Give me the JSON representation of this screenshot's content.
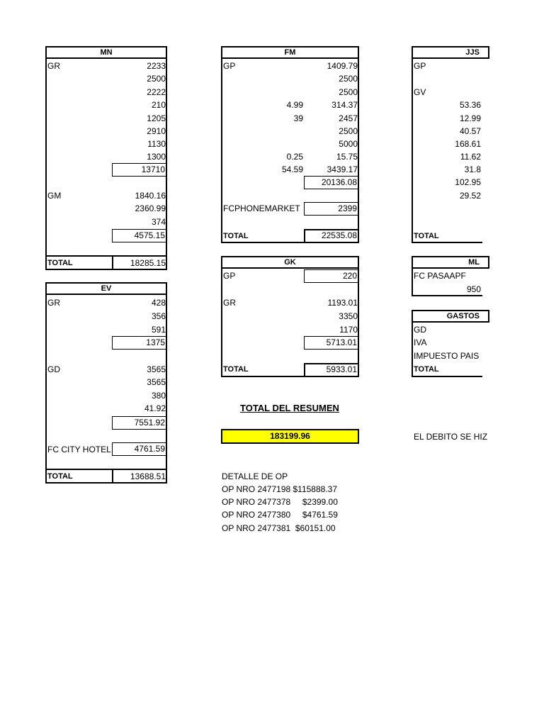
{
  "mn": {
    "header": "MN",
    "label_gr": "GR",
    "gr_values": [
      "2233",
      "2500",
      "2222",
      "210",
      "1205",
      "2910",
      "1130",
      "1300"
    ],
    "gr_subtotal": "13710",
    "label_gm": "GM",
    "gm_values": [
      "1840.16",
      "2360.99",
      "374"
    ],
    "gm_subtotal": "4575.15",
    "total_label": "TOTAL",
    "total": "18285.15"
  },
  "fm": {
    "header": "FM",
    "label_gp": "GP",
    "rows": [
      {
        "a": "",
        "b": "1409.79"
      },
      {
        "a": "",
        "b": "2500"
      },
      {
        "a": "",
        "b": "2500"
      },
      {
        "a": "4.99",
        "b": "314.37"
      },
      {
        "a": "39",
        "b": "2457"
      },
      {
        "a": "",
        "b": "2500"
      },
      {
        "a": "",
        "b": "5000"
      },
      {
        "a": "0.25",
        "b": "15.75"
      },
      {
        "a": "54.59",
        "b": "3439.17"
      }
    ],
    "subtotal": "20136.08",
    "phone_label": "FCPHONEMARKET",
    "phone_value": "2399",
    "total_label": "TOTAL",
    "total": "22535.08"
  },
  "jjs": {
    "header": "JJS",
    "label_gp": "GP",
    "label_gv": "GV",
    "values": [
      "53.36",
      "12.99",
      "40.57",
      "168.61",
      "11.62",
      "31.8",
      "102.95",
      "29.52"
    ],
    "total_label": "TOTAL"
  },
  "ev": {
    "header": "EV",
    "label_gr": "GR",
    "gr_values": [
      "428",
      "356",
      "591"
    ],
    "gr_subtotal": "1375",
    "label_gd": "GD",
    "gd_values": [
      "3565",
      "3565",
      "380",
      "41.92"
    ],
    "gd_subtotal": "7551.92",
    "hotel_label": "FC CITY HOTEL",
    "hotel_value": "4761.59",
    "total_label": "TOTAL",
    "total": "13688.51"
  },
  "gk": {
    "header": "GK",
    "label_gp": "GP",
    "gp_value": "220",
    "label_gr": "GR",
    "gr_values": [
      "1193.01",
      "3350",
      "1170"
    ],
    "gr_subtotal": "5713.01",
    "total_label": "TOTAL",
    "total": "5933.01"
  },
  "ml": {
    "header": "ML",
    "label": "FC PASAAPF",
    "value": "950"
  },
  "gastos": {
    "header": "GASTOS",
    "items": [
      "GD",
      "IVA",
      "IMPUESTO PAIS"
    ],
    "total_label": "TOTAL"
  },
  "summary": {
    "title": "TOTAL DEL RESUMEN",
    "total": "183199.96",
    "debit_note": "EL DEBITO SE HIZ"
  },
  "op": {
    "title": "DETALLE DE OP",
    "lines": [
      "OP NRO 2477198 $115888.37",
      "OP NRO 2477378     $2399.00",
      "OP NRO 2477380     $4761.59",
      "OP NRO 2477381  $60151.00"
    ]
  }
}
